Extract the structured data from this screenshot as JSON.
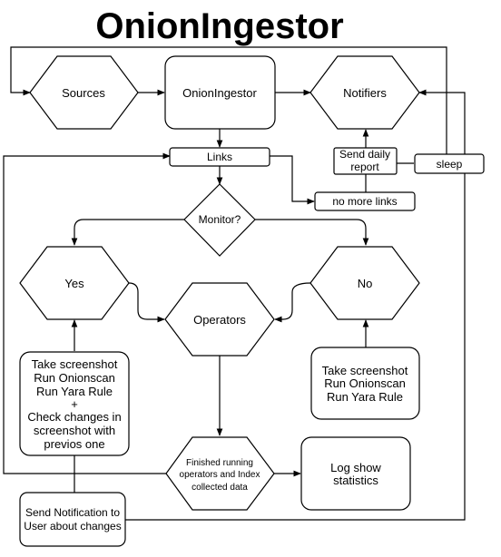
{
  "title": "OnionIngestor",
  "nodes": {
    "sources": "Sources",
    "onioningestor": "OnionIngestor",
    "notifiers": "Notifiers",
    "links": "Links",
    "send_daily_report": [
      "Send daily",
      "report"
    ],
    "sleep": "sleep",
    "no_more_links": "no more links",
    "monitor": "Monitor?",
    "yes": "Yes",
    "no": "No",
    "operators": "Operators",
    "yes_actions": [
      "Take screenshot",
      "Run Onionscan",
      "Run Yara Rule",
      "+",
      "Check changes in",
      "screenshot with",
      "previos one"
    ],
    "no_actions": [
      "Take screenshot",
      "Run Onionscan",
      "Run Yara Rule"
    ],
    "finished": [
      "Finished running",
      "operators and Index",
      "collected data"
    ],
    "log_show": [
      "Log show",
      "statistics"
    ],
    "send_notification": [
      "Send Notification to",
      "User about changes"
    ]
  }
}
